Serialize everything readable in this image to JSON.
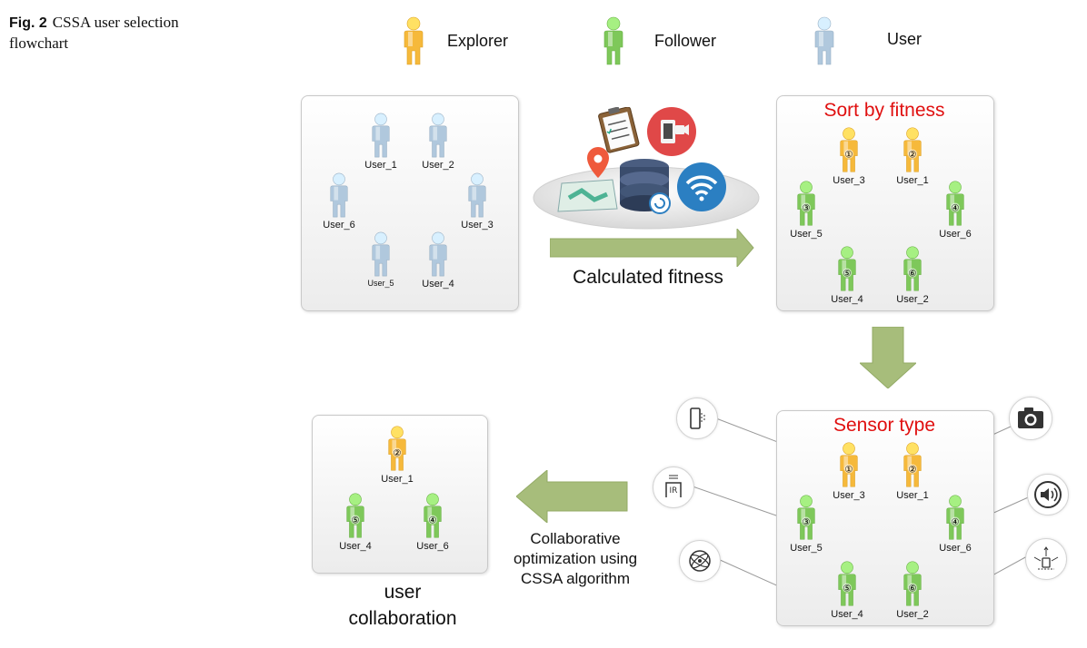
{
  "caption": {
    "fig": "Fig. 2",
    "text": "CSSA user selection flowchart"
  },
  "legend": [
    {
      "label": "Explorer",
      "color": "#f6b93b"
    },
    {
      "label": "Follower",
      "color": "#7ec85a"
    },
    {
      "label": "User",
      "color": "#b0c8dd"
    }
  ],
  "colors": {
    "explorer": "#f6b93b",
    "follower": "#7ec85a",
    "user": "#b0c8dd",
    "arrow": "#a7bd7b",
    "title_red": "#e01010"
  },
  "panel1": {
    "users": [
      "User_1",
      "User_2",
      "User_6",
      "User_3",
      "User_5",
      "User_4"
    ]
  },
  "middle": {
    "icons": [
      "clipboard-icon",
      "phone-camera-icon",
      "map-pin-icon",
      "database-icon",
      "wifi-icon"
    ],
    "arrow_label": "Calculated fitness"
  },
  "panel2": {
    "title": "Sort by fitness",
    "users": [
      {
        "label": "User_3",
        "rank": "①",
        "role": "explorer"
      },
      {
        "label": "User_1",
        "rank": "②",
        "role": "explorer"
      },
      {
        "label": "User_5",
        "rank": "③",
        "role": "follower"
      },
      {
        "label": "User_6",
        "rank": "④",
        "role": "follower"
      },
      {
        "label": "User_4",
        "rank": "⑤",
        "role": "follower"
      },
      {
        "label": "User_2",
        "rank": "⑥",
        "role": "follower"
      }
    ]
  },
  "panel3": {
    "title": "Sensor type",
    "users": [
      {
        "label": "User_3",
        "rank": "①",
        "role": "explorer"
      },
      {
        "label": "User_1",
        "rank": "②",
        "role": "explorer"
      },
      {
        "label": "User_5",
        "rank": "③",
        "role": "follower"
      },
      {
        "label": "User_6",
        "rank": "④",
        "role": "follower"
      },
      {
        "label": "User_4",
        "rank": "⑤",
        "role": "follower"
      },
      {
        "label": "User_2",
        "rank": "⑥",
        "role": "follower"
      }
    ],
    "sensors": [
      "door-sensor-icon",
      "camera-icon",
      "infrared-sensor-icon",
      "speaker-icon",
      "gyroscope-icon",
      "proximity-sensor-icon"
    ],
    "ir_text": "IR"
  },
  "panel4": {
    "users": [
      {
        "label": "User_1",
        "rank": "②",
        "role": "explorer"
      },
      {
        "label": "User_4",
        "rank": "⑤",
        "role": "follower"
      },
      {
        "label": "User_6",
        "rank": "④",
        "role": "follower"
      }
    ],
    "label": "user collaboration",
    "label_line1": "user",
    "label_line2": "collaboration"
  },
  "left_arrow": {
    "label_line1": "Collaborative",
    "label_line2": "optimization using",
    "label_line3": "CSSA algorithm"
  }
}
